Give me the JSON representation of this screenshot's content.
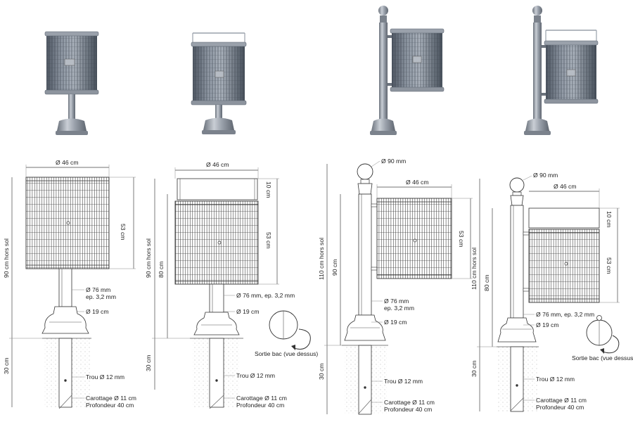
{
  "colors": {
    "metal": "#8c939e",
    "metal_light": "#c7ccd3",
    "metal_dark": "#5d6570",
    "line": "#333333",
    "dimension": "#444444"
  },
  "models": [
    {
      "name": "single-basket-on-post",
      "labels": {
        "diameter_top": "Ø 46 cm",
        "basket_height": "53 cm",
        "height_above_ground": "90 cm hors sol",
        "pipe": "Ø 76 mm",
        "thickness": "ep. 3,2 mm",
        "base": "Ø 19 cm",
        "embed": "30 cm",
        "hole": "Trou Ø 12 mm",
        "core_1": "Carottage Ø 11 cm",
        "core_2": "Profondeur 40 cm"
      }
    },
    {
      "name": "open-basket-on-post",
      "labels": {
        "diameter_top": "Ø 46 cm",
        "rim_height": "10 cm",
        "basket_height": "53 cm",
        "height_above_ground": "90 cm hors sol",
        "post_height": "80 cm",
        "pipe_combined": "Ø 76 mm, ep. 3,2 mm",
        "base": "Ø 19 cm",
        "embed": "30 cm",
        "hole": "Trou Ø 12 mm",
        "core_1": "Carottage Ø 11 cm",
        "core_2": "Profondeur 40 cm",
        "top_view": "Sortie bac (vue dessus)"
      }
    },
    {
      "name": "side-basket-on-column",
      "labels": {
        "ball": "Ø 90 mm",
        "diameter_top": "Ø 46 cm",
        "basket_height": "53 cm",
        "height_above_ground": "110 cm hors sol",
        "post_height": "90 cm",
        "pipe": "Ø 76 mm",
        "thickness": "ep. 3,2 mm",
        "base": "Ø 19 cm",
        "embed": "30 cm",
        "hole": "Trou Ø 12 mm",
        "core_1": "Carottage Ø 11 cm",
        "core_2": "Profondeur 40 cm"
      }
    },
    {
      "name": "side-open-basket-on-column",
      "labels": {
        "ball": "Ø 90 mm",
        "diameter_top": "Ø 46 cm",
        "rim_height": "10 cm",
        "basket_height": "53 cm",
        "height_above_ground": "110 cm hors sol",
        "post_height": "80 cm",
        "pipe_combined": "Ø 76 mm, ep. 3,2 mm",
        "base": "Ø 19 cm",
        "embed": "30 cm",
        "hole": "Trou Ø 12 mm",
        "core_1": "Carottage Ø 11 cm",
        "core_2": "Profondeur 40 cm",
        "top_view": "Sortie bac (vue dessus)"
      }
    }
  ]
}
